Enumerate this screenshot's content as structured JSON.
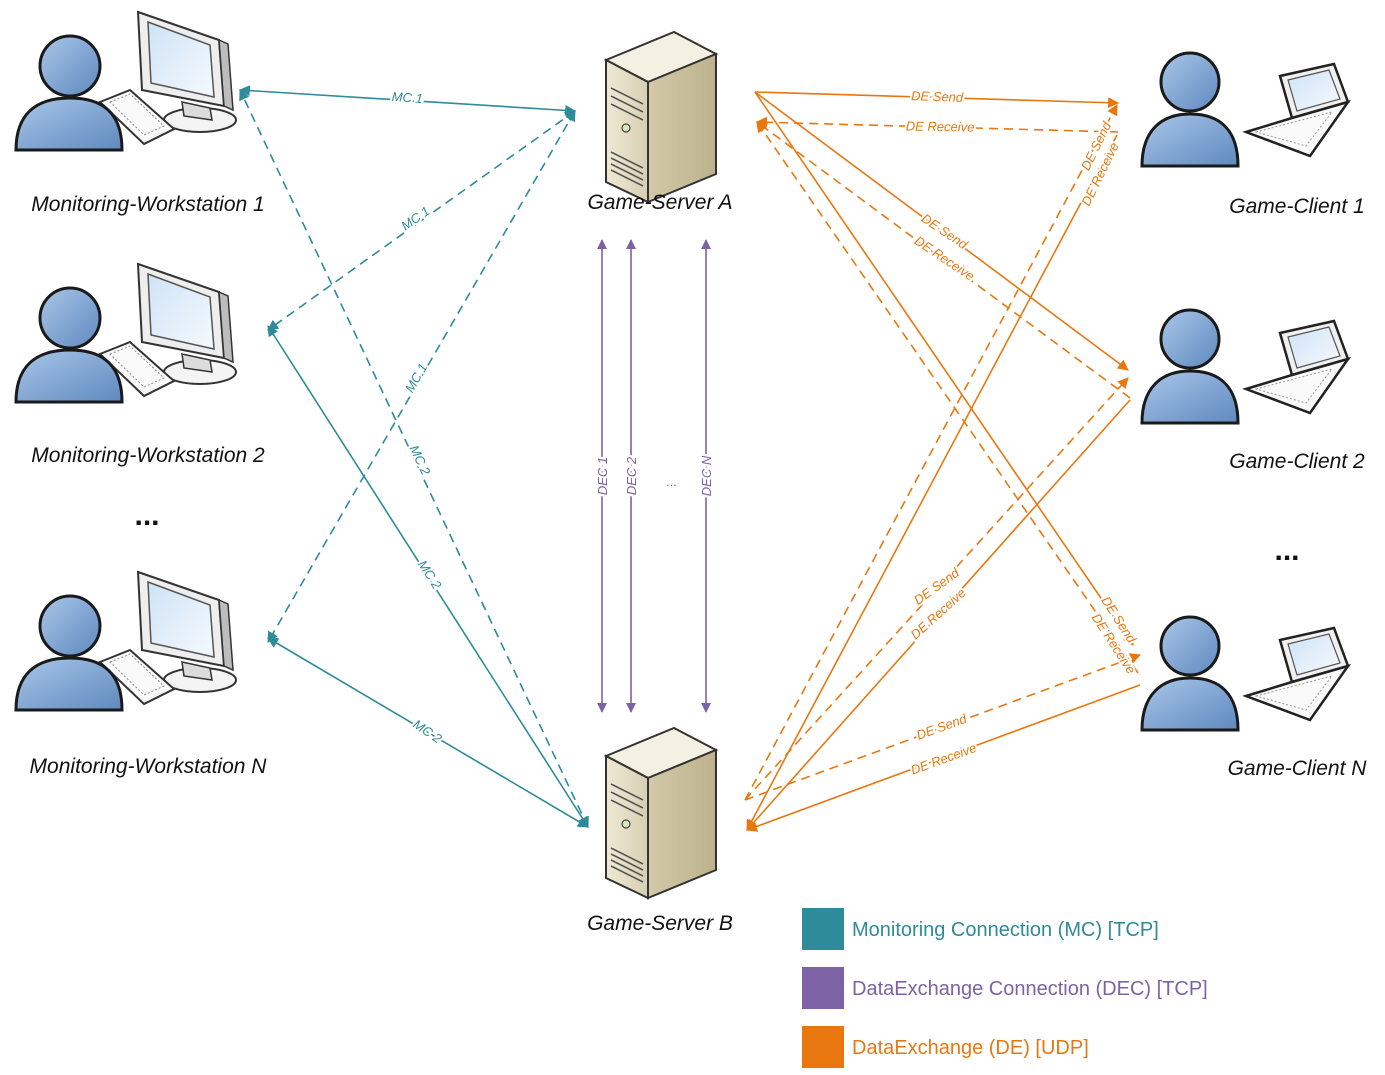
{
  "colors": {
    "mc": "#2e8b9a",
    "dec": "#7d62a6",
    "de": "#e8770f"
  },
  "nodes": {
    "workstations": [
      {
        "label": "Monitoring-Workstation 1",
        "icon": "workstation-icon"
      },
      {
        "label": "Monitoring-Workstation 2",
        "icon": "workstation-icon"
      },
      {
        "label": "Monitoring-Workstation N",
        "icon": "workstation-icon"
      }
    ],
    "servers": [
      {
        "label": "Game-Server A",
        "icon": "server-icon"
      },
      {
        "label": "Game-Server B",
        "icon": "server-icon"
      }
    ],
    "clients": [
      {
        "label": "Game-Client 1",
        "icon": "laptop-user-icon"
      },
      {
        "label": "Game-Client 2",
        "icon": "laptop-user-icon"
      },
      {
        "label": "Game-Client N",
        "icon": "laptop-user-icon"
      }
    ],
    "left_ellipsis": "...",
    "right_ellipsis": "..."
  },
  "connections": {
    "mc": [
      "MC 1",
      "MC 1",
      "MC 1",
      "MC 2",
      "MC 2",
      "MC 2"
    ],
    "dec": [
      "DEC 1",
      "DEC 2",
      "...",
      "DEC N"
    ],
    "de_send": "DE Send",
    "de_receive": "DE Receive"
  },
  "legend": [
    {
      "label": "Monitoring Connection (MC) [TCP]",
      "color": "#2e8b9a"
    },
    {
      "label": "DataExchange Connection (DEC) [TCP]",
      "color": "#7d62a6"
    },
    {
      "label": "DataExchange (DE) [UDP]",
      "color": "#e8770f"
    }
  ]
}
